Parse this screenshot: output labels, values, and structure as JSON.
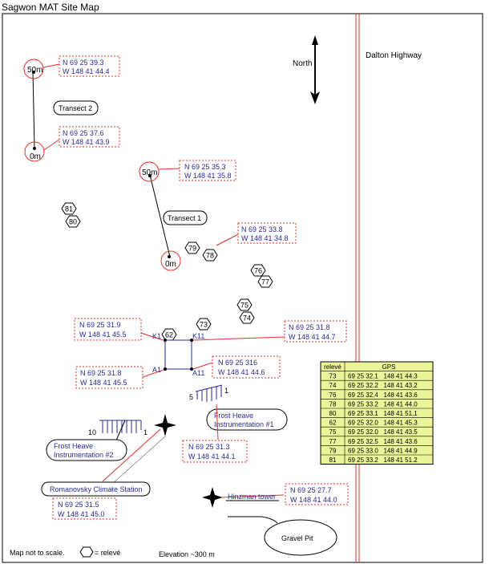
{
  "title": "Sagwon   MAT Site Map",
  "north_label": "North",
  "highway_label": "Dalton Highway",
  "transect1_label": "Transect 1",
  "transect2_label": "Transect 2",
  "t2_50m": "50m",
  "t2_0m": "0m",
  "t1_50m": "50m",
  "t1_0m": "0m",
  "coords": {
    "t2_top": [
      "N 69 25 39.3",
      "W 148 41 44.4"
    ],
    "t2_bottom": [
      "N 69 25 37.6",
      "W 148 41 43.9"
    ],
    "t1_top": [
      "N 69 25 35.3",
      "W 148 41 35.8"
    ],
    "t1_bottom": [
      "N  69 25 33.8",
      "W 148 41 34.8"
    ],
    "k1": [
      "N 69 25 31.9",
      "W 148 41 45.5"
    ],
    "k11": [
      "N 69 25 31.8",
      "W 148 41 44.7"
    ],
    "a1": [
      "N 69 25 31.8",
      "W 148 41 45.5"
    ],
    "a11": [
      "N 69 25 316",
      "W 148 41 44.6"
    ],
    "fh1": [
      "N 69 25 31.3",
      "W 148 41 44.1"
    ],
    "climate": [
      "N 69 25 31.5",
      "W 148 41 45.0"
    ],
    "hinzman": [
      "N 69 25 27.7",
      "W 148 41 44.0"
    ]
  },
  "corners": {
    "k1": "K1",
    "k11": "K11",
    "a1": "A1",
    "a11": "A11"
  },
  "releves": [
    "81",
    "80",
    "79",
    "78",
    "76",
    "77",
    "75",
    "74",
    "73",
    "62"
  ],
  "fh1_label": [
    "Frost Heave",
    "Instrumentation #1"
  ],
  "fh2_label": [
    "Frost Heave",
    "Instrumentation #2"
  ],
  "fh1_ends": [
    "5",
    "1"
  ],
  "fh2_ends": [
    "10",
    "1"
  ],
  "climate_label": "Romanovsky  Climate Station",
  "hinzman_label": "Hinzman tower",
  "gravel_label": "Gravel Pit",
  "footer": {
    "scale_note": "Map not to scale.",
    "legend": "= relevé",
    "elevation": "Elevation ~300 m"
  },
  "table": {
    "headers": [
      "relevé",
      "GPS"
    ],
    "rows": [
      [
        "73",
        "69 25 32.1   148 41 44.3"
      ],
      [
        "74",
        "69 25 32.2   148 41 43.2"
      ],
      [
        "76",
        "69 25 32.4   148 41 43.6"
      ],
      [
        "78",
        "69 25 33.2   148 41 44.0"
      ],
      [
        "80",
        "69 25 33.1   148 41 51.1"
      ],
      [
        "62",
        "69 25 32.0   148 41 45.3"
      ],
      [
        "75",
        "69 25 32.0   148 41 43.5"
      ],
      [
        "77",
        "69 25 32.5   148 41 43.6"
      ],
      [
        "79",
        "69 25 33.0   148 41 44.9"
      ],
      [
        "81",
        "69 25 33.2   148 41 51.2"
      ]
    ]
  },
  "colors": {
    "red": "#e03030",
    "blue": "#2a2a9a",
    "table_bg": "#ecf49a",
    "black": "#000000"
  }
}
